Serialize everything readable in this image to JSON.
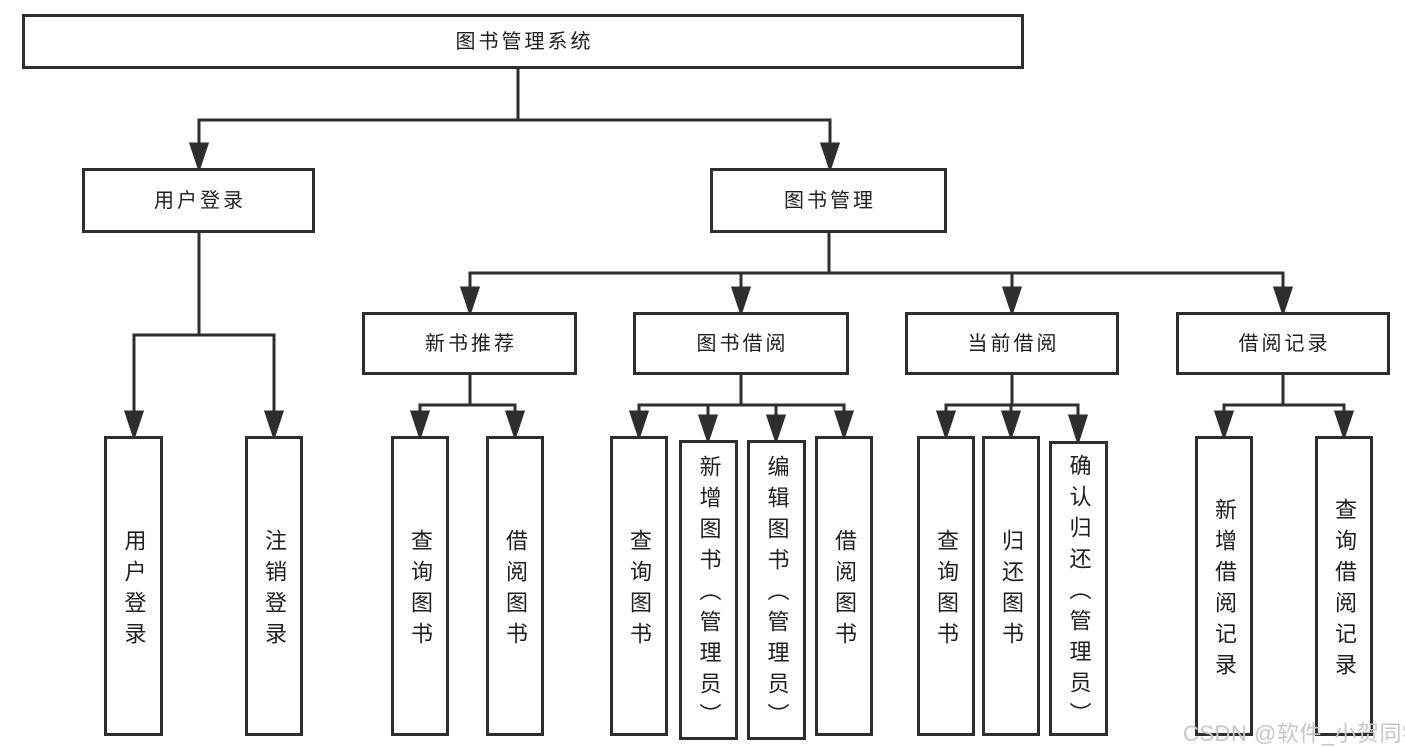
{
  "diagram_title": "图书管理系统",
  "tree": {
    "root": {
      "label": "图书管理系统",
      "children": [
        {
          "label": "用户登录",
          "children": [
            {
              "label": "用户登录"
            },
            {
              "label": "注销登录"
            }
          ]
        },
        {
          "label": "图书管理",
          "children": [
            {
              "label": "新书推荐",
              "children": [
                {
                  "label": "查询图书"
                },
                {
                  "label": "借阅图书"
                }
              ]
            },
            {
              "label": "图书借阅",
              "children": [
                {
                  "label": "查询图书"
                },
                {
                  "label": "新增图书（管理员）"
                },
                {
                  "label": "编辑图书（管理员）"
                },
                {
                  "label": "借阅图书"
                }
              ]
            },
            {
              "label": "当前借阅",
              "children": [
                {
                  "label": "查询图书"
                },
                {
                  "label": "归还图书"
                },
                {
                  "label": "确认归还（管理员）"
                }
              ]
            },
            {
              "label": "借阅记录",
              "children": [
                {
                  "label": "新增借阅记录"
                },
                {
                  "label": "查询借阅记录"
                }
              ]
            }
          ]
        }
      ]
    }
  },
  "watermark": {
    "text": "CSDN @软件_小贺同学"
  },
  "colors": {
    "line": "#2e2e2e",
    "text": "#1f1f1f",
    "background": "#ffffff",
    "watermark": "#c6c6c6"
  }
}
